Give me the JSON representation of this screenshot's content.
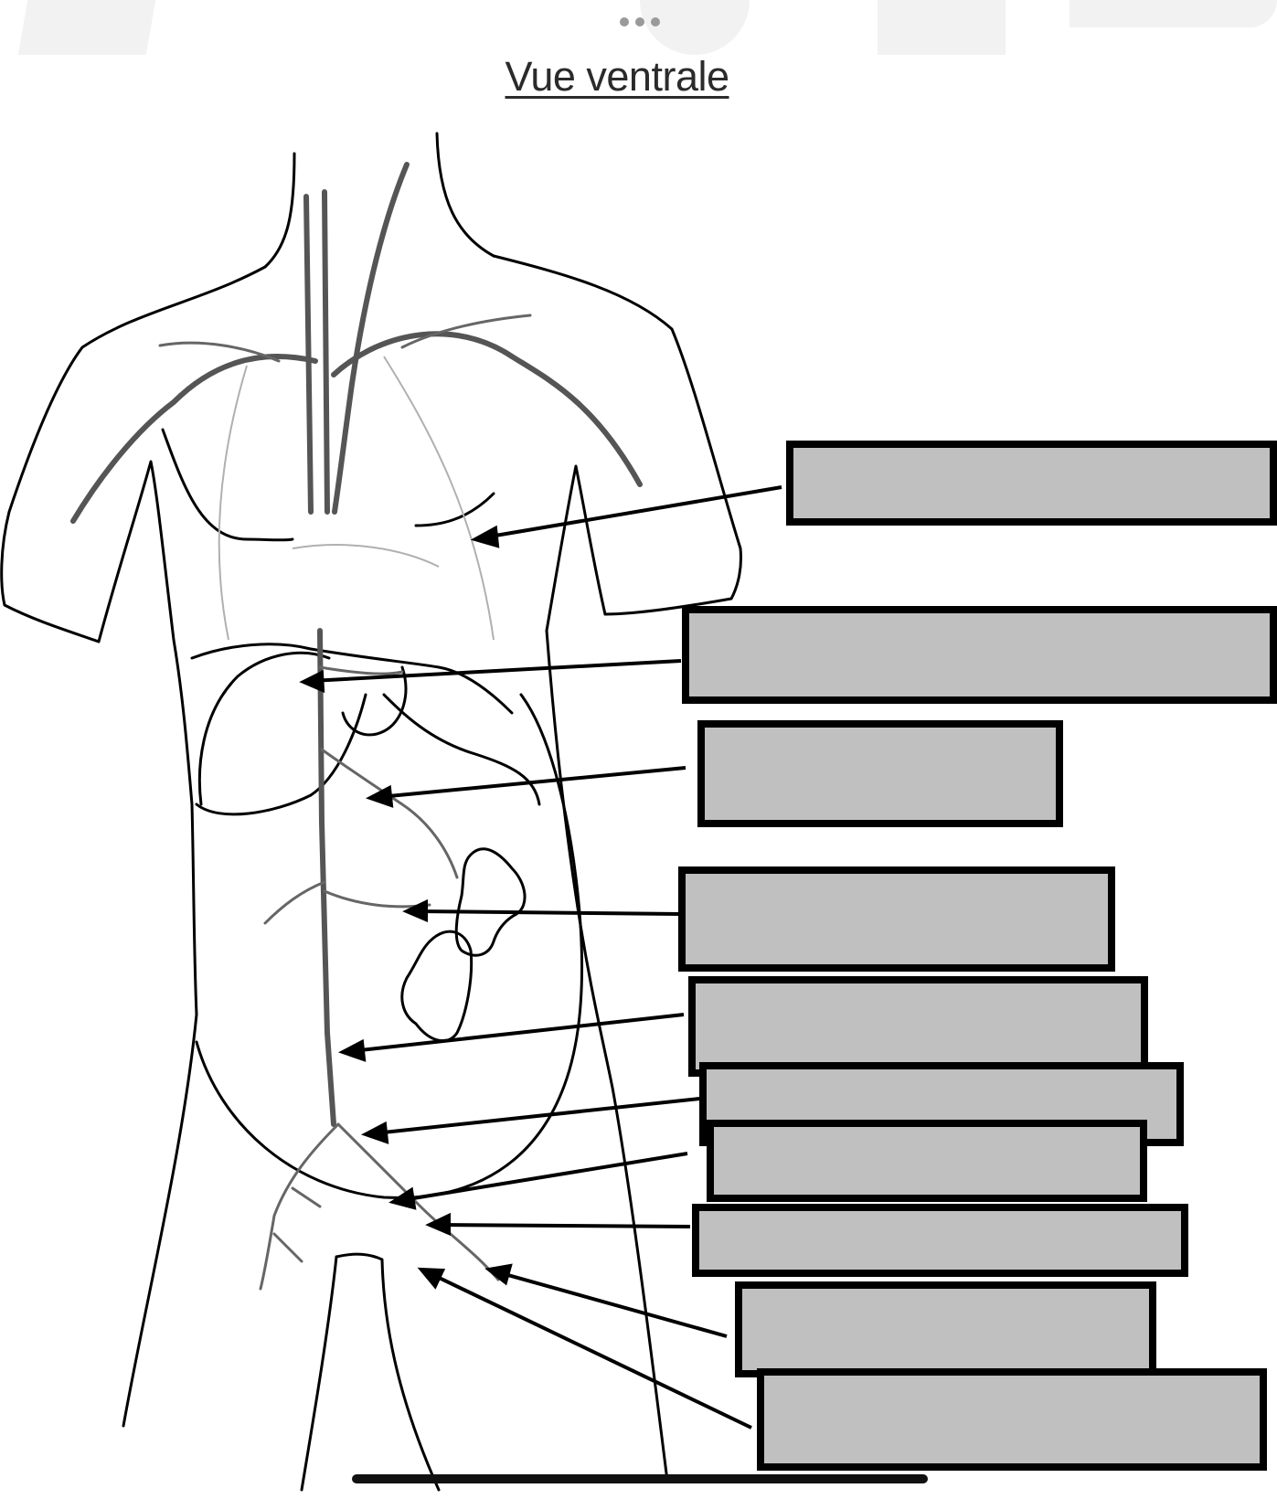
{
  "title": "Vue ventrale",
  "labels": [
    {
      "id": 1,
      "text": ""
    },
    {
      "id": 2,
      "text": ""
    },
    {
      "id": 3,
      "text": ""
    },
    {
      "id": 4,
      "text": ""
    },
    {
      "id": 5,
      "text": ""
    },
    {
      "id": 6,
      "text": ""
    },
    {
      "id": 7,
      "text": ""
    },
    {
      "id": 8,
      "text": ""
    },
    {
      "id": 9,
      "text": ""
    },
    {
      "id": 10,
      "text": ""
    }
  ],
  "colors": {
    "label_fill": "#c0c0c0",
    "outline": "#000000",
    "vessel": "#555555",
    "faint_vessel": "#a8a8a8"
  }
}
